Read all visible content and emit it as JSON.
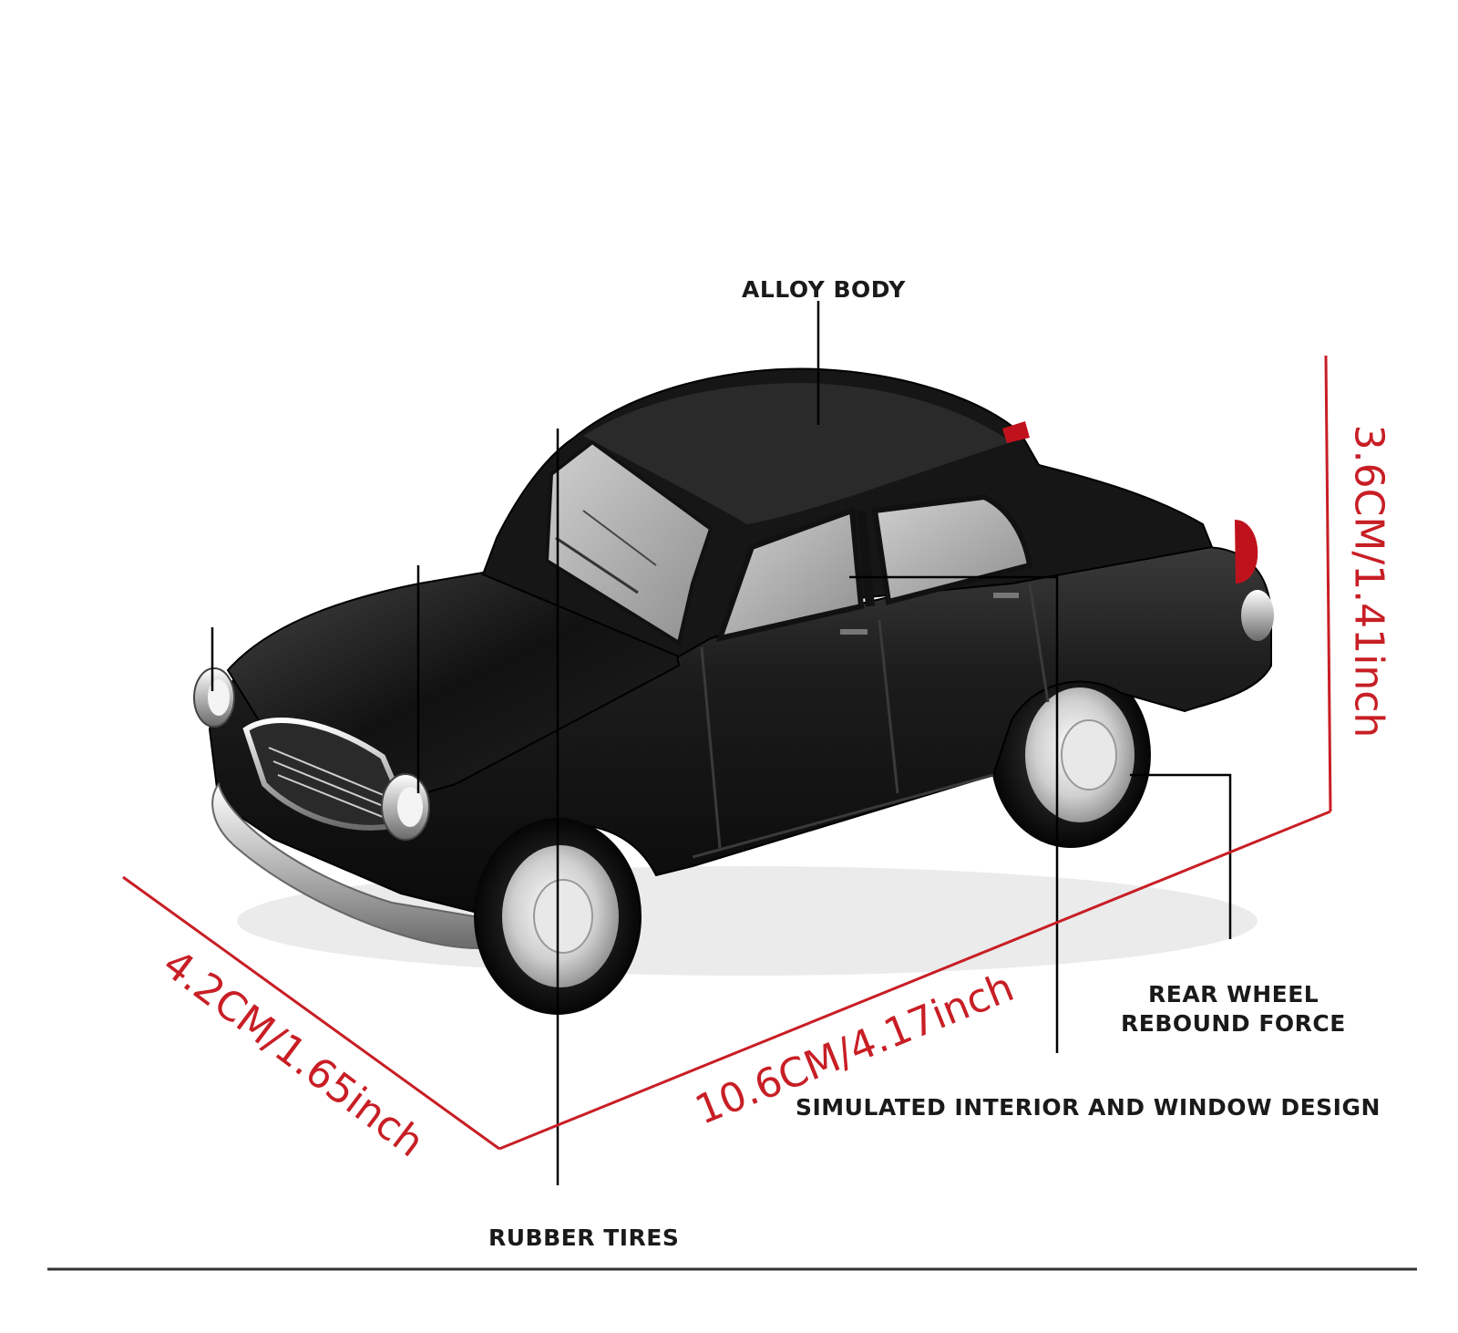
{
  "callouts": {
    "alloy_body": "ALLOY BODY",
    "rear_wheel": [
      "REAR WHEEL",
      "REBOUND FORCE"
    ],
    "interior": "SIMULATED INTERIOR AND WINDOW DESIGN",
    "rubber_tires": "RUBBER TIRES"
  },
  "dimensions": {
    "width": "4.2CM/1.65inch",
    "length": "10.6CM/4.17inch",
    "height": "3.6CM/1.41inch"
  },
  "colors": {
    "dimension_red": "#c81e25",
    "car_body": "#151515",
    "chrome": "#d9d9d9",
    "taillight": "#c0121c"
  }
}
